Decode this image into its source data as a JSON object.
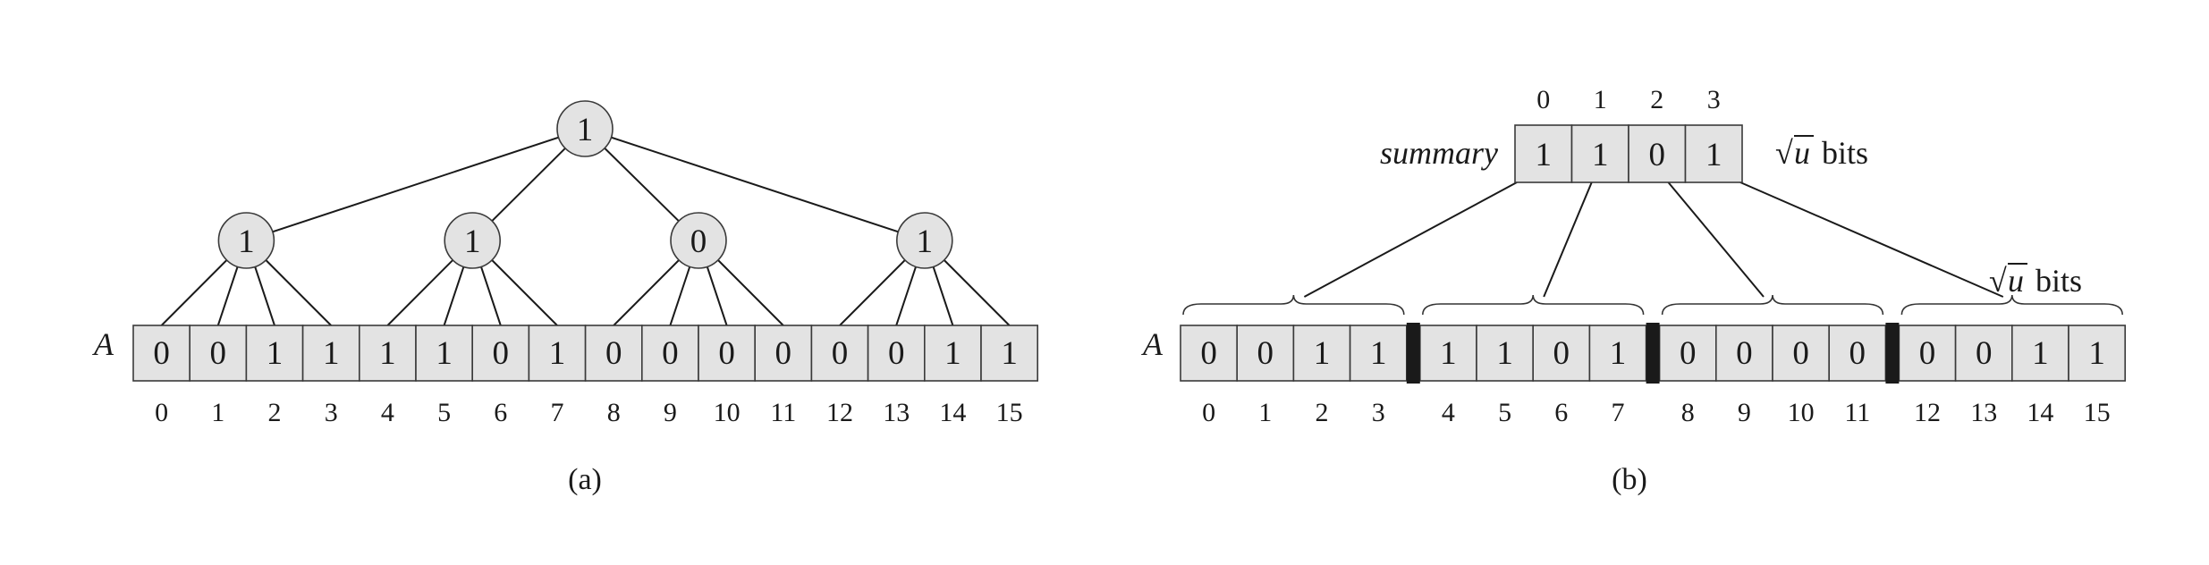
{
  "panel_a": {
    "array_label": "A",
    "bits": [
      "0",
      "0",
      "1",
      "1",
      "1",
      "1",
      "0",
      "1",
      "0",
      "0",
      "0",
      "0",
      "0",
      "0",
      "1",
      "1"
    ],
    "indices": [
      "0",
      "1",
      "2",
      "3",
      "4",
      "5",
      "6",
      "7",
      "8",
      "9",
      "10",
      "11",
      "12",
      "13",
      "14",
      "15"
    ],
    "root": "1",
    "children": [
      "1",
      "1",
      "0",
      "1"
    ],
    "caption": "(a)"
  },
  "panel_b": {
    "array_label": "A",
    "bits": [
      "0",
      "0",
      "1",
      "1",
      "1",
      "1",
      "0",
      "1",
      "0",
      "0",
      "0",
      "0",
      "0",
      "0",
      "1",
      "1"
    ],
    "indices": [
      "0",
      "1",
      "2",
      "3",
      "4",
      "5",
      "6",
      "7",
      "8",
      "9",
      "10",
      "11",
      "12",
      "13",
      "14",
      "15"
    ],
    "summary_label": "summary",
    "summary_bits": [
      "1",
      "1",
      "0",
      "1"
    ],
    "summary_indices": [
      "0",
      "1",
      "2",
      "3"
    ],
    "sqrt_symbol": "√",
    "sqrt_var": "u",
    "bits_word": "bits",
    "caption": "(b)"
  }
}
